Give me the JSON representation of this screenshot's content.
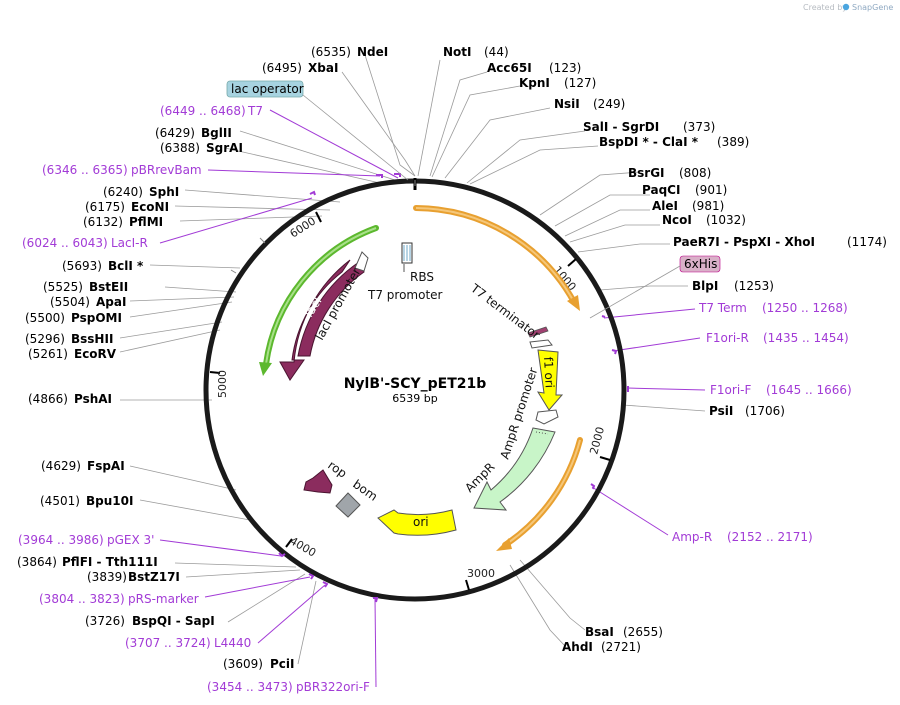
{
  "watermark": "Created by",
  "watermark_brand": "SnapGene",
  "plasmid": {
    "name": "NylB'-SCY_pET21b",
    "size": "6539 bp"
  },
  "ruler": [
    "1000",
    "2000",
    "3000",
    "4000",
    "5000",
    "6000"
  ],
  "features": {
    "lac_operator": "lac operator",
    "his_tag": "6xHis",
    "RBS": "RBS",
    "T7_promoter": "T7 promoter",
    "T7_terminator": "T7 terminator",
    "lacI_promoter": "lacI promoter",
    "lacI": "lacI",
    "f1_ori": "f1 ori",
    "AmpR_promoter": "AmpR promoter",
    "AmpR": "AmpR",
    "rop": "rop",
    "bom": "bom",
    "ori": "ori"
  },
  "enzymes": {
    "NdeI": {
      "name": "NdeI",
      "pos": "(6535)"
    },
    "XbaI": {
      "name": "XbaI",
      "pos": "(6495)"
    },
    "NotI": {
      "name": "NotI",
      "pos": "(44)"
    },
    "Acc65I": {
      "name": "Acc65I",
      "pos": "(123)"
    },
    "KpnI": {
      "name": "KpnI",
      "pos": "(127)"
    },
    "NsiI": {
      "name": "NsiI",
      "pos": "(249)"
    },
    "SalI": {
      "name": "SalI",
      "pos": "(373)",
      "group": "SalI  -  SgrDI"
    },
    "BspDI": {
      "group": "BspDI *  -  ClaI *",
      "pos": "(389)"
    },
    "BsrGI": {
      "name": "BsrGI",
      "pos": "(808)"
    },
    "PaqCI": {
      "name": "PaqCI",
      "pos": "(901)"
    },
    "AleI": {
      "name": "AleI",
      "pos": "(981)"
    },
    "NcoI": {
      "name": "NcoI",
      "pos": "(1032)"
    },
    "PaeR7I": {
      "group": "PaeR7I  -  PspXI  -  XhoI",
      "pos": "(1174)"
    },
    "BlpI": {
      "name": "BlpI",
      "pos": "(1253)"
    },
    "PsiI": {
      "name": "PsiI",
      "pos": "(1706)"
    },
    "BsaI": {
      "name": "BsaI",
      "pos": "(2655)"
    },
    "AhdI": {
      "name": "AhdI",
      "pos": "(2721)"
    },
    "PciI": {
      "name": "PciI",
      "pos": "(3609)"
    },
    "BspQI": {
      "group": "BspQI  -  SapI",
      "pos": "(3726)"
    },
    "BstZ17I": {
      "name": "BstZ17I",
      "pos": "(3839)"
    },
    "PflFI": {
      "group": "PflFI  -  Tth111I",
      "pos": "(3864)"
    },
    "Bpu10I": {
      "name": "Bpu10I",
      "pos": "(4501)"
    },
    "FspAI": {
      "name": "FspAI",
      "pos": "(4629)"
    },
    "PshAI": {
      "name": "PshAI",
      "pos": "(4866)"
    },
    "EcoRV": {
      "name": "EcoRV",
      "pos": "(5261)"
    },
    "BssHII": {
      "name": "BssHII",
      "pos": "(5296)"
    },
    "PspOMI": {
      "name": "PspOMI",
      "pos": "(5500)"
    },
    "ApaI": {
      "name": "ApaI",
      "pos": "(5504)"
    },
    "BstEII": {
      "name": "BstEII",
      "pos": "(5525)"
    },
    "BclI": {
      "name": "BclI *",
      "pos": "(5693)"
    },
    "PflMI": {
      "name": "PflMI",
      "pos": "(6132)"
    },
    "EcoNI": {
      "name": "EcoNI",
      "pos": "(6175)"
    },
    "SphI": {
      "name": "SphI",
      "pos": "(6240)"
    },
    "SgrAI": {
      "name": "SgrAI",
      "pos": "(6388)"
    },
    "BglII": {
      "name": "BglII",
      "pos": "(6429)"
    }
  },
  "primers": {
    "T7": {
      "name": "T7",
      "range": "(6449 .. 6468)"
    },
    "pBRrevBam": {
      "name": "pBRrevBam",
      "range": "(6346 .. 6365)"
    },
    "LacIR": {
      "name": "LacI-R",
      "range": "(6024 .. 6043)"
    },
    "T7Term": {
      "name": "T7 Term",
      "range": "(1250 .. 1268)"
    },
    "F1oriR": {
      "name": "F1ori-R",
      "range": "(1435 .. 1454)"
    },
    "F1oriF": {
      "name": "F1ori-F",
      "range": "(1645 .. 1666)"
    },
    "AmpR": {
      "name": "Amp-R",
      "range": "(2152 .. 2171)"
    },
    "pGEX3": {
      "name": "pGEX 3'",
      "range": "(3964 .. 3986)"
    },
    "pRSmarker": {
      "name": "pRS-marker",
      "range": "(3804 .. 3823)"
    },
    "L4440": {
      "name": "L4440",
      "range": "(3707 .. 3724)"
    },
    "pBR322oriF": {
      "name": "pBR322ori-F",
      "range": "(3454 .. 3473)"
    }
  },
  "colors": {
    "backbone": "#1a1a1a",
    "primer": "#a23bd6",
    "lacI": "#8b2c5e",
    "lacI_promoter_arrow": "#5cb82e",
    "orange_arrow": "#e8a030",
    "f1_ori": "#ffff00",
    "AmpR": "#c8f5c8",
    "ori": "#ffff00",
    "rop": "#8b2c5e",
    "bom": "#a0a5aa",
    "lac_operator_box": "#a7d3e0",
    "his_box": "#d9b0c8"
  }
}
